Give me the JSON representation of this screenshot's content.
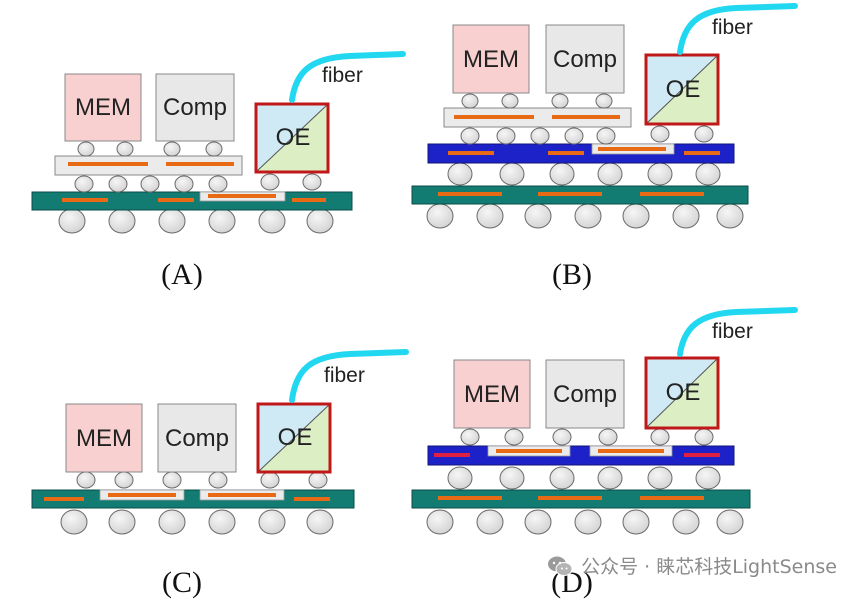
{
  "panels": [
    {
      "id": "A",
      "caption": "(A)",
      "mem": "MEM",
      "comp": "Comp",
      "oe": "OE",
      "fiber": "fiber"
    },
    {
      "id": "B",
      "caption": "(B)",
      "mem": "MEM",
      "comp": "Comp",
      "oe": "OE",
      "fiber": "fiber"
    },
    {
      "id": "C",
      "caption": "(C)",
      "mem": "MEM",
      "comp": "Comp",
      "oe": "OE",
      "fiber": "fiber"
    },
    {
      "id": "D",
      "caption": "(D)",
      "mem": "MEM",
      "comp": "Comp",
      "oe": "OE",
      "fiber": "fiber"
    }
  ],
  "watermark": {
    "icon": "wechat-icon",
    "text": "公众号 · 睐芯科技LightSense"
  },
  "colors": {
    "mem_fill": "#f8d0d0",
    "comp_fill": "#e8e8e8",
    "oe_fill_a": "#cfeaf4",
    "oe_fill_b": "#dcefc4",
    "oe_border": "#c01818",
    "substrate": "#127c72",
    "interposer": "#ebebeb",
    "rdl_blue": "#1c22c8",
    "trace": "#e86a14",
    "trace_red": "#e02040",
    "bump": "#e2e2e2",
    "fiber": "#22d8f0"
  }
}
